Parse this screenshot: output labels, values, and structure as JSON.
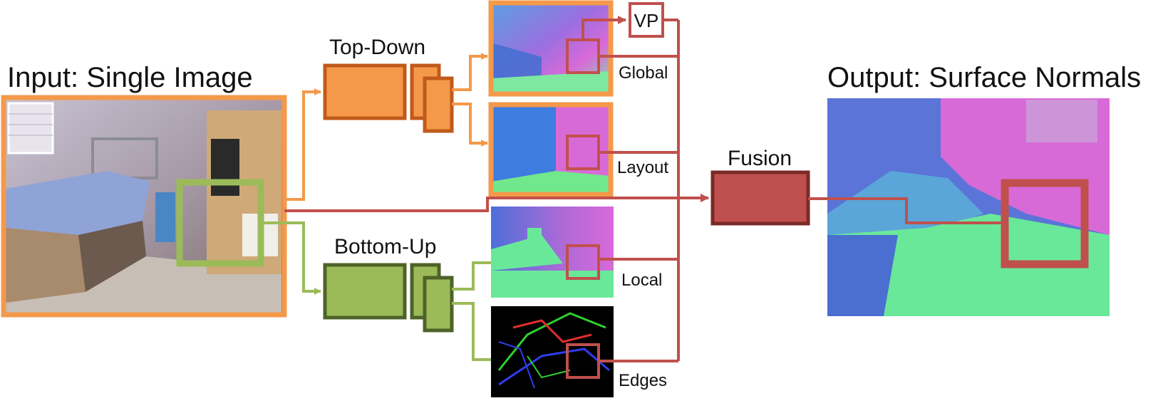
{
  "labels": {
    "input_title": "Input: Single Image",
    "output_title": "Output: Surface Normals",
    "top_down": "Top-Down",
    "bottom_up": "Bottom-Up",
    "vp": "VP",
    "global": "Global",
    "layout": "Layout",
    "local": "Local",
    "edges": "Edges",
    "fusion": "Fusion"
  },
  "colors": {
    "top_down": "#f4994a",
    "top_down_dark": "#c05a1a",
    "bottom_up": "#9bbb59",
    "bottom_up_dark": "#4f6228",
    "fusion": "#c0504d",
    "fusion_dark": "#7a2a28",
    "normal_blue": "#3b6fd0",
    "normal_magenta": "#d86ad8",
    "normal_green": "#6ae89a"
  }
}
